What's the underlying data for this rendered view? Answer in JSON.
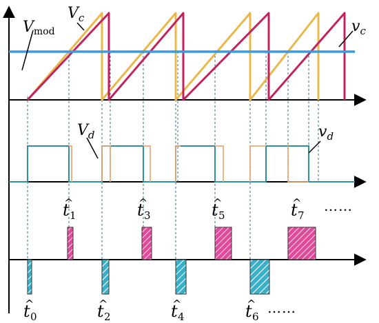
{
  "labels": {
    "vmod_main": "V",
    "vmod_sub": "mod",
    "Vc_main": "V",
    "Vc_sub": "c",
    "vc_main": "v",
    "vc_sub": "c",
    "Vd_main": "V",
    "Vd_sub": "d",
    "vd_main": "v",
    "vd_sub": "d",
    "hat": "^",
    "t": "t",
    "upper_times": [
      "1",
      "3",
      "5",
      "7"
    ],
    "lower_times": [
      "0",
      "2",
      "4",
      "6"
    ],
    "ellipsis_top": "……",
    "ellipsis_bottom": "……"
  },
  "colors": {
    "axis": "#000000",
    "mod_line": "#3a9ae0",
    "carrier_V": "#e8b84a",
    "carrier_v": "#c2225e",
    "pulse_V": "#e8a878",
    "pulse_v": "#2e8f9e",
    "pos_fill": "#e04a9a",
    "neg_fill": "#39b0c8"
  }
}
